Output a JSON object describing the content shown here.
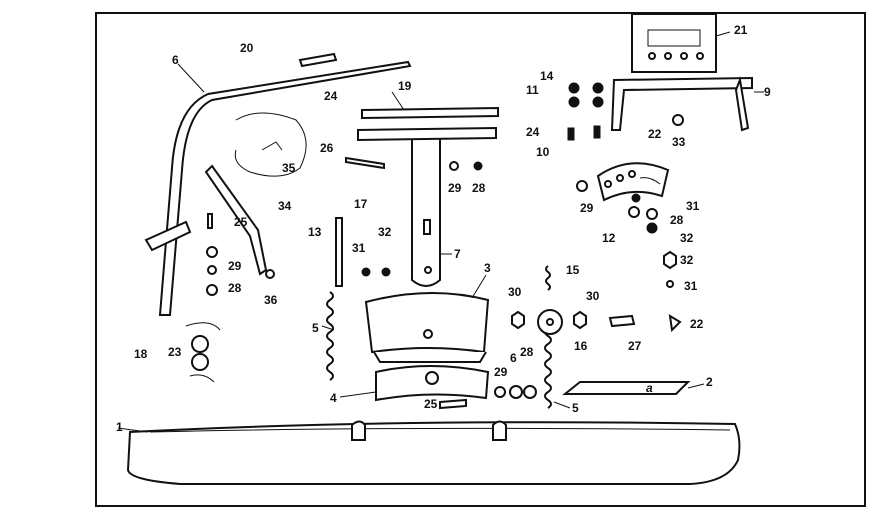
{
  "labels": {
    "p1": "1",
    "p2": "2",
    "p3": "3",
    "p4": "4",
    "p5a": "5",
    "p5b": "5",
    "p6a": "6",
    "p6b": "6",
    "p7": "7",
    "p9": "9",
    "p10": "10",
    "p11": "11",
    "p12": "12",
    "p13": "13",
    "p14": "14",
    "p15": "15",
    "p16": "16",
    "p17": "17",
    "p18": "18",
    "p19": "19",
    "p20": "20",
    "p21": "21",
    "p22a": "22",
    "p22b": "22",
    "p23": "23",
    "p24a": "24",
    "p24b": "24",
    "p25a": "25",
    "p25b": "25",
    "p26": "26",
    "p27": "27",
    "p28a": "28",
    "p28b": "28",
    "p28c": "28",
    "p28d": "28",
    "p29a": "29",
    "p29b": "29",
    "p29c": "29",
    "p29d": "29",
    "p30a": "30",
    "p30b": "30",
    "p31a": "31",
    "p31b": "31",
    "p31c": "31",
    "p32a": "32",
    "p32b": "32",
    "p32c": "32",
    "p33": "33",
    "p34": "34",
    "p35": "35",
    "p36": "36"
  },
  "decal_letter": "a"
}
